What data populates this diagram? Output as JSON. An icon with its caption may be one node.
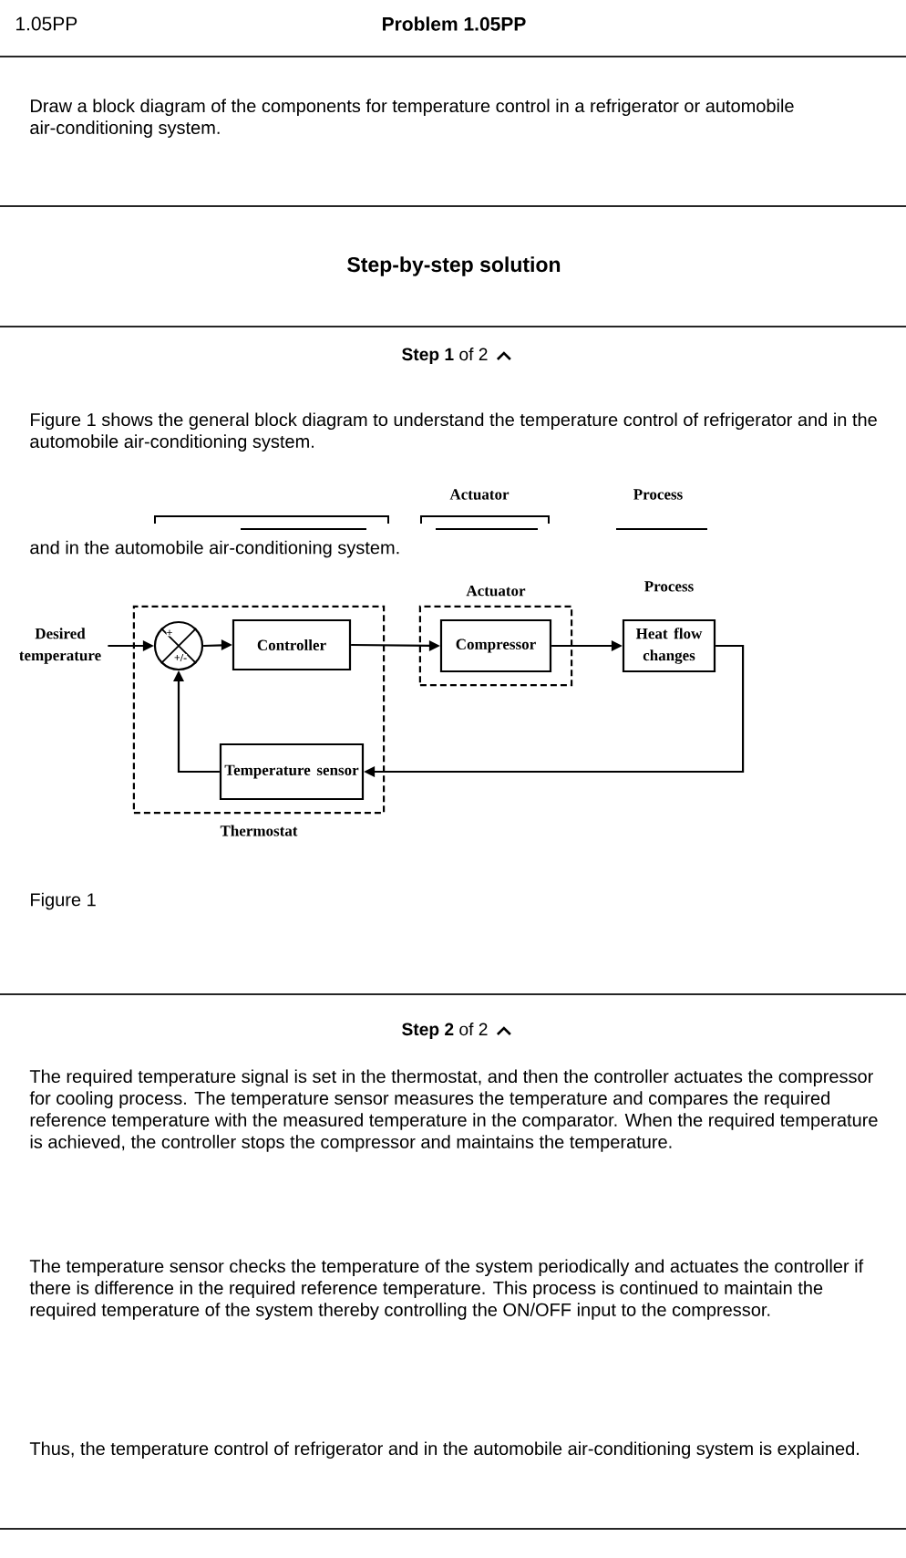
{
  "diagram": {
    "title": "Problem 1.05PP",
    "nodes": [
      {
        "text": [
          "Thermostat"
        ]
      },
      {
        "text": [
          "Actuator"
        ]
      },
      {
        "text": [
          "+",
          "+/-"
        ],
        "in": 0
      },
      {
        "text": [
          "Controller"
        ],
        "in": 0
      },
      {
        "text": [
          "Compressor"
        ],
        "in": 1
      },
      {
        "text": [
          "Heat flow changes"
        ],
        "beside": [
          "Process"
        ]
      },
      {
        "text": [
          "Temperature sensor"
        ],
        "in": 0
      },
      {
        "text": [
          "Desired temperature"
        ]
      }
    ],
    "edges": [
      {
        "from": 7,
        "to": 2,
        "arrow": "to"
      },
      {
        "from": 2,
        "to": 3,
        "arrow": "to"
      },
      {
        "from": 3,
        "to": 4,
        "arrow": "to"
      },
      {
        "from": 4,
        "to": 5,
        "arrow": "to"
      },
      {
        "from": 5,
        "to": 6,
        "arrow": "to"
      },
      {
        "from": 6,
        "to": 2,
        "arrow": "to"
      }
    ],
    "labels": [
      "1.05PP",
      "Draw a block diagram of the components for temperature control in a refrigerator or automobile air-conditioning system.",
      "Step-by-step solution",
      "**Step 1** of 2",
      "Figure 1 shows the general block diagram to understand the temperature control of refrigerator and in the automobile air-conditioning system.",
      "Actuator",
      "Process",
      "and in the automobile air-conditioning system.",
      "Figure 1",
      "**Step 2** of 2",
      "The required temperature signal is set in the thermostat, and then the controller actuates the compressor for cooling process. The temperature sensor measures the temperature and compares the required reference temperature with the measured temperature in the comparator. When the required temperature is achieved, the controller stops the compressor and maintains the temperature.",
      "The temperature sensor checks the temperature of the system periodically and actuates the controller if there is difference in the required reference temperature. This process is continued to maintain the required temperature of the system thereby controlling the ON/OFF input to the compressor.",
      "Thus, the temperature control of refrigerator and in the automobile air-conditioning system is explained."
    ]
  }
}
